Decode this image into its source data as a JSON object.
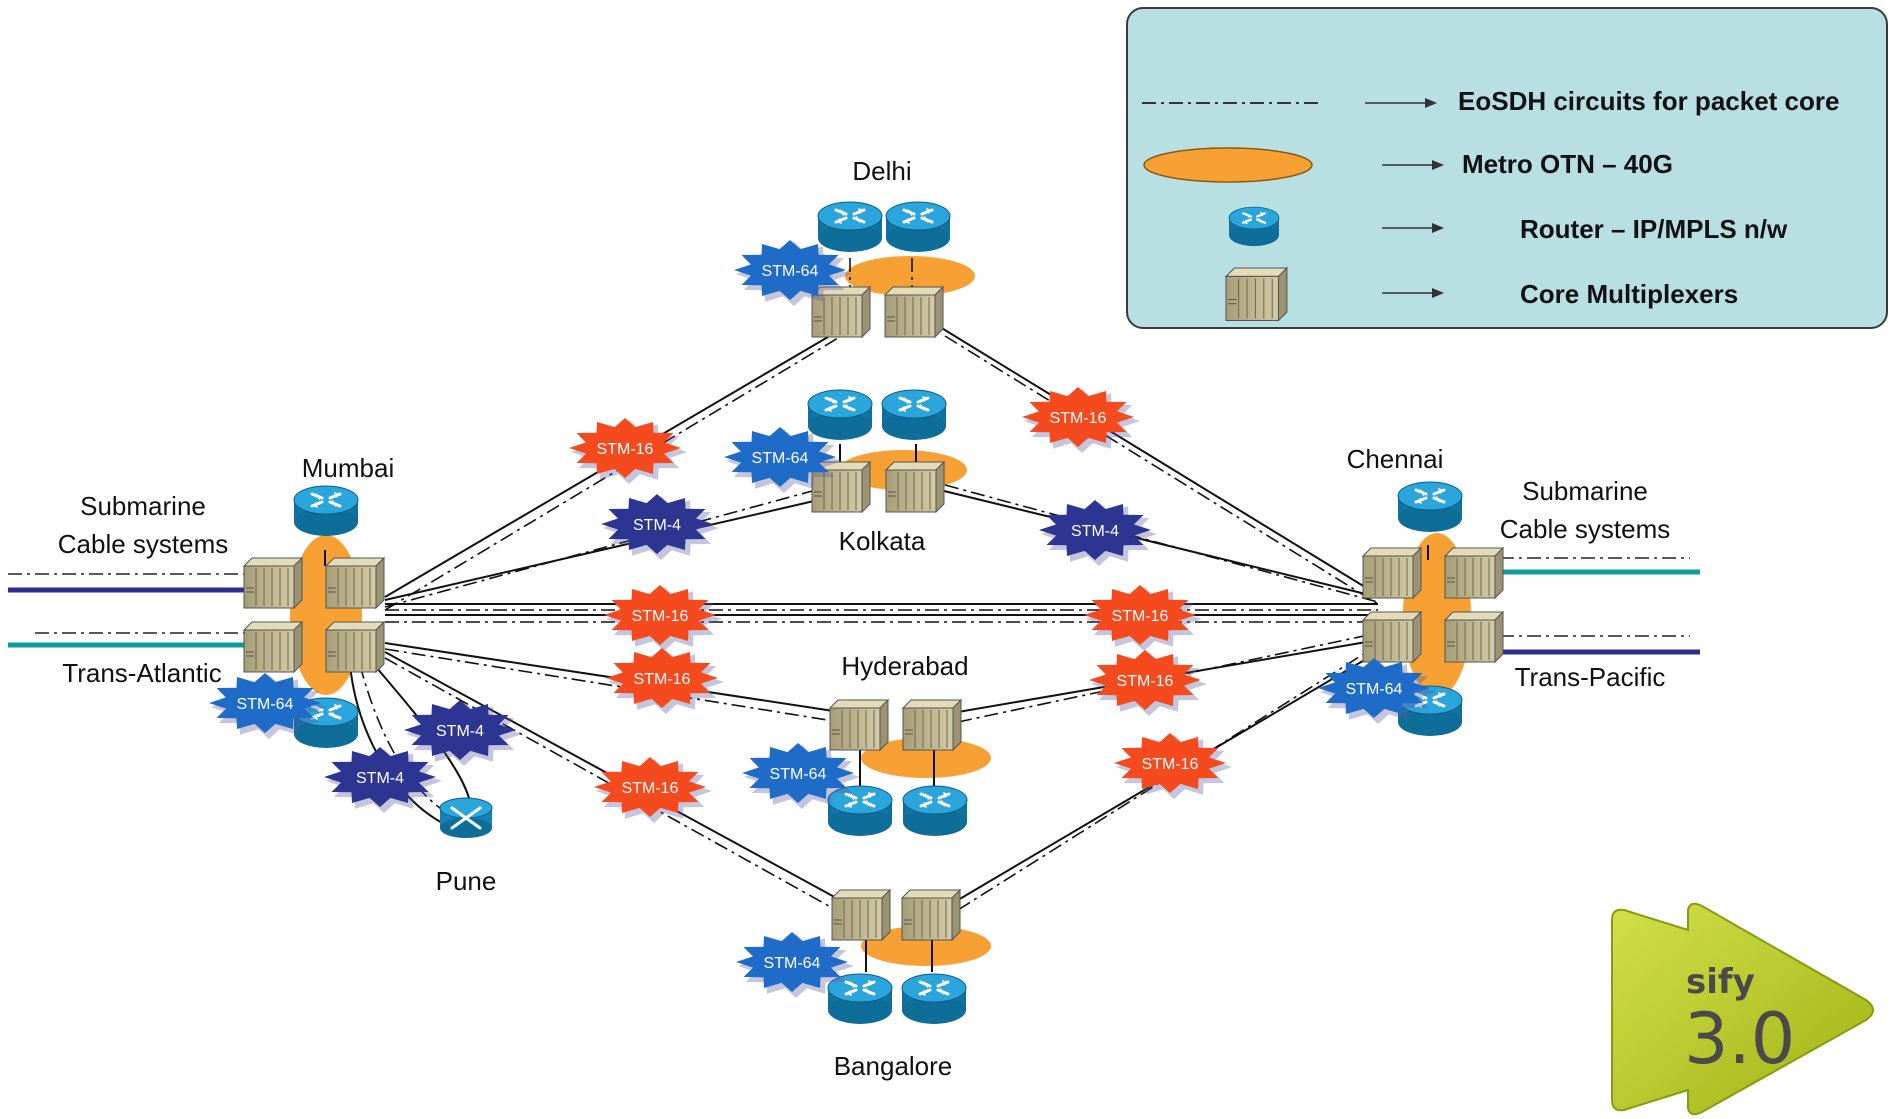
{
  "legend": {
    "eosdh_label": "EoSDH circuits for packet core",
    "otn_label": "Metro OTN – 40G",
    "router_label": "Router – IP/MPLS n/w",
    "mux_label": "Core Multiplexers"
  },
  "cities": {
    "delhi": "Delhi",
    "kolkata": "Kolkata",
    "mumbai": "Mumbai",
    "chennai": "Chennai",
    "hyderabad": "Hyderabad",
    "bangalore": "Bangalore",
    "pune": "Pune"
  },
  "submarine": {
    "left_line1": "Submarine",
    "left_line2": "Cable systems",
    "right_line1": "Submarine",
    "right_line2": "Cable systems",
    "trans_atlantic": "Trans-Atlantic",
    "trans_pacific": "Trans-Pacific"
  },
  "links": {
    "stm64": "STM-64",
    "stm16": "STM-16",
    "stm4": "STM-4"
  },
  "logo": {
    "brand": "sify",
    "version": "3.0"
  },
  "colors": {
    "legend_bg": "#b8dfe2",
    "otn_ring": "#f7a033",
    "router": "#1a8fc4",
    "mux": "#c9bf96",
    "stm16_badge": "#f44a1e",
    "stm4_badge": "#2d3593",
    "stm64_badge": "#1e6bc8",
    "cable_purple": "#2e2c8e",
    "cable_teal": "#0e9c9c",
    "logo_green": "#b8cc1f"
  }
}
